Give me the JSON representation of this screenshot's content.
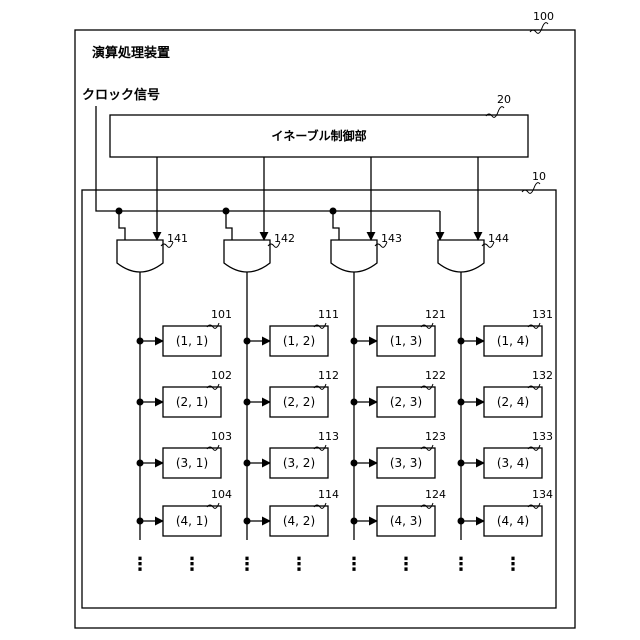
{
  "device": {
    "label": "演算処理装置",
    "ref": "100"
  },
  "clock": {
    "label": "クロック信号"
  },
  "enable_unit": {
    "label": "イネーブル制御部",
    "ref": "20"
  },
  "array": {
    "ref": "10"
  },
  "gates": [
    {
      "ref": "141"
    },
    {
      "ref": "142"
    },
    {
      "ref": "143"
    },
    {
      "ref": "144"
    }
  ],
  "columns": [
    {
      "cells": [
        {
          "label": "(1, 1)",
          "ref": "101"
        },
        {
          "label": "(2, 1)",
          "ref": "102"
        },
        {
          "label": "(3, 1)",
          "ref": "103"
        },
        {
          "label": "(4, 1)",
          "ref": "104"
        }
      ]
    },
    {
      "cells": [
        {
          "label": "(1, 2)",
          "ref": "111"
        },
        {
          "label": "(2, 2)",
          "ref": "112"
        },
        {
          "label": "(3, 2)",
          "ref": "113"
        },
        {
          "label": "(4, 2)",
          "ref": "114"
        }
      ]
    },
    {
      "cells": [
        {
          "label": "(1, 3)",
          "ref": "121"
        },
        {
          "label": "(2, 3)",
          "ref": "122"
        },
        {
          "label": "(3, 3)",
          "ref": "123"
        },
        {
          "label": "(4, 3)",
          "ref": "124"
        }
      ]
    },
    {
      "cells": [
        {
          "label": "(1, 4)",
          "ref": "131"
        },
        {
          "label": "(2, 4)",
          "ref": "132"
        },
        {
          "label": "(3, 4)",
          "ref": "133"
        },
        {
          "label": "(4, 4)",
          "ref": "134"
        }
      ]
    }
  ],
  "continuation": "⋮"
}
